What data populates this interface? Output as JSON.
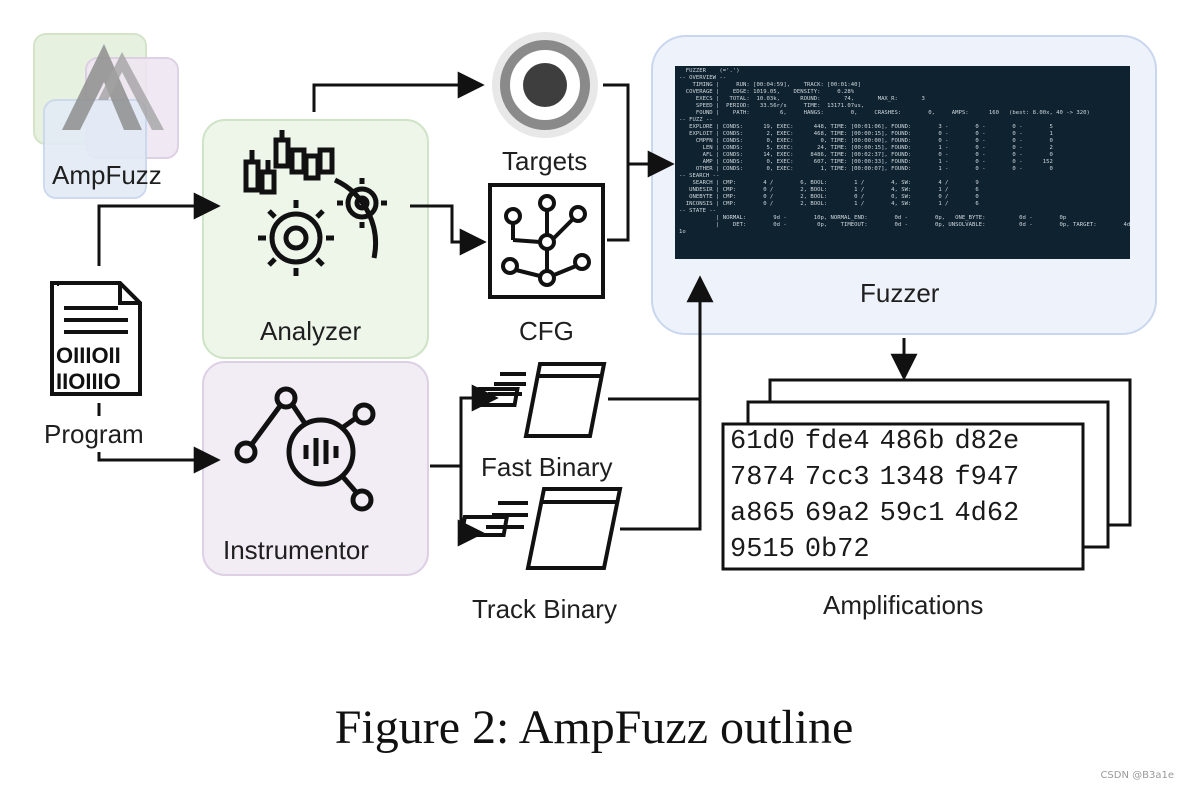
{
  "diagram": {
    "logo_text": "AmpFuzz",
    "program_label": "Program",
    "program_bits_1": "OIIIOII",
    "program_bits_2": "IIOIIIO",
    "analyzer_label": "Analyzer",
    "instrumentor_label": "Instrumentor",
    "targets_label": "Targets",
    "cfg_label": "CFG",
    "fast_binary_label": "Fast Binary",
    "track_binary_label": "Track Binary",
    "fuzzer_label": "Fuzzer",
    "amplifications_label": "Amplifications",
    "amplification_values": [
      "61d0",
      "fde4",
      "486b",
      "d82e",
      "7874",
      "7cc3",
      "1348",
      "f947",
      "a865",
      "69a2",
      "59c1",
      "4d62",
      "9515",
      "0b72"
    ],
    "terminal_lines": [
      "  FUZZER    (='.')",
      "-- OVERVIEW --",
      "    TIMING |     RUN: [00:04:59],    TRACK: [00:01:40]",
      "  COVERAGE |    EDGE: 1019.05,    DENSITY:     0.28%",
      "     EXECS |   TOTAL:  10.03k,      ROUND:       74,       MAX_R:       3",
      "     SPEED |  PERIOD:   33.56r/s     TIME:  13171.07us,",
      "     FOUND |    PATH:         6,     HANGS:        0,     CRASHES:        0,     AMPS:      160   (best: 8.00x, 40 -> 320)",
      "-- FUZZ --",
      "   EXPLORE | CONDS:      19, EXEC:      448, TIME: [00:01:06], FOUND:        3 -        0 -        0 -        5",
      "   EXPLOIT | CONDS:       2, EXEC:      468, TIME: [00:00:15], FOUND:        0 -        0 -        0 -        1",
      "     CMPFN | CONDS:       0, EXEC:        0, TIME: [00:00:00], FOUND:        0 -        0 -        0 -        0",
      "       LEN | CONDS:       5, EXEC:       24, TIME: [00:00:15], FOUND:        1 -        0 -        0 -        2",
      "       AFL | CONDS:      14, EXEC:     8486, TIME: [00:02:37], FOUND:        0 -        0 -        0 -        0",
      "       AMP | CONDS:       0, EXEC:      607, TIME: [00:00:33], FOUND:        1 -        0 -        0 -      152",
      "     OTHER | CONDS:       0, EXEC:        1, TIME: [00:00:07], FOUND:        1 -        0 -        0 -        0",
      "-- SEARCH --",
      "    SEARCH | CMP:        4 /        6, BOOL:        1 /        4, SW:        4 /        9",
      "   UNDESIR | CMP:        0 /        2, BOOL:        1 /        4, SW:        1 /        6",
      "   ONEBYTE | CMP:        0 /        2, BOOL:        0 /        0, SW:        0 /        0",
      "  INCONSIS | CMP:        0 /        2, BOOL:        1 /        4, SW:        1 /        6",
      "-- STATE --",
      "           | NORMAL:        9d -        10p, NORMAL_END:        0d -        0p,   ONE_BYTE:          0d -        0p",
      "           |    DET:        0d -         0p,    TIMEOUT:        0d -        0p, UNSOLVABLE:          0d -        0p, TARGET:        4d -",
      "1o"
    ]
  },
  "caption": "Figure 2: AmpFuzz outline",
  "credit": "CSDN @B3a1e"
}
